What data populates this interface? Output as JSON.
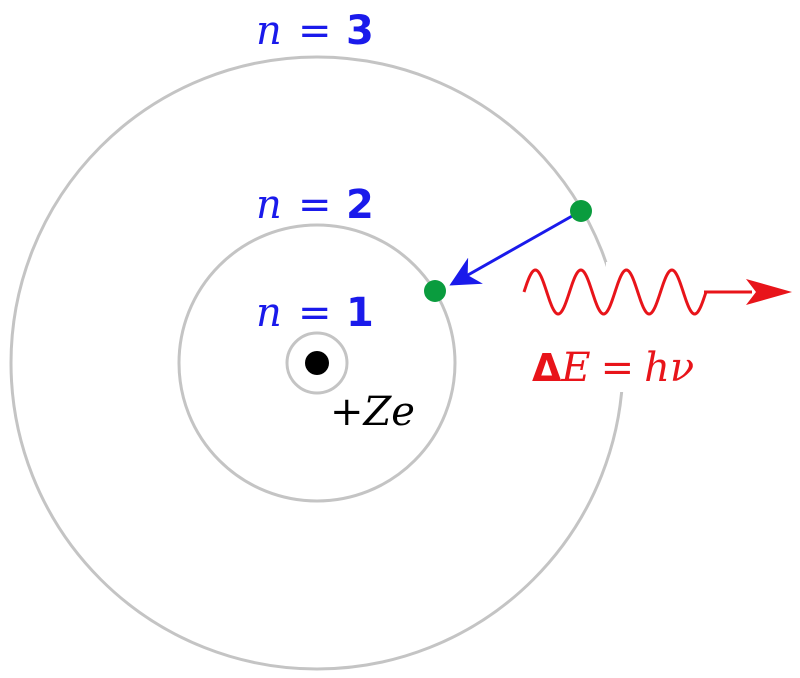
{
  "levels": [
    {
      "var": "n",
      "eq": "=",
      "num": "3"
    },
    {
      "var": "n",
      "eq": "=",
      "num": "2"
    },
    {
      "var": "n",
      "eq": "=",
      "num": "1"
    }
  ],
  "nucleus": {
    "charge_label": "+Ze"
  },
  "photon": {
    "delta": "Δ",
    "lhs": "E",
    "eq": "=",
    "rhs": "hν"
  },
  "colors": {
    "orbit": "#c4c4c4",
    "electron": "#0a9c3e",
    "transition_arrow": "#1a1aeb",
    "photon": "#e8141a",
    "labels": "#1a1aeb"
  },
  "icons": [
    "nucleus-dot",
    "electron-dot",
    "transition-arrow-icon",
    "photon-wave-icon",
    "photon-arrow-icon"
  ]
}
